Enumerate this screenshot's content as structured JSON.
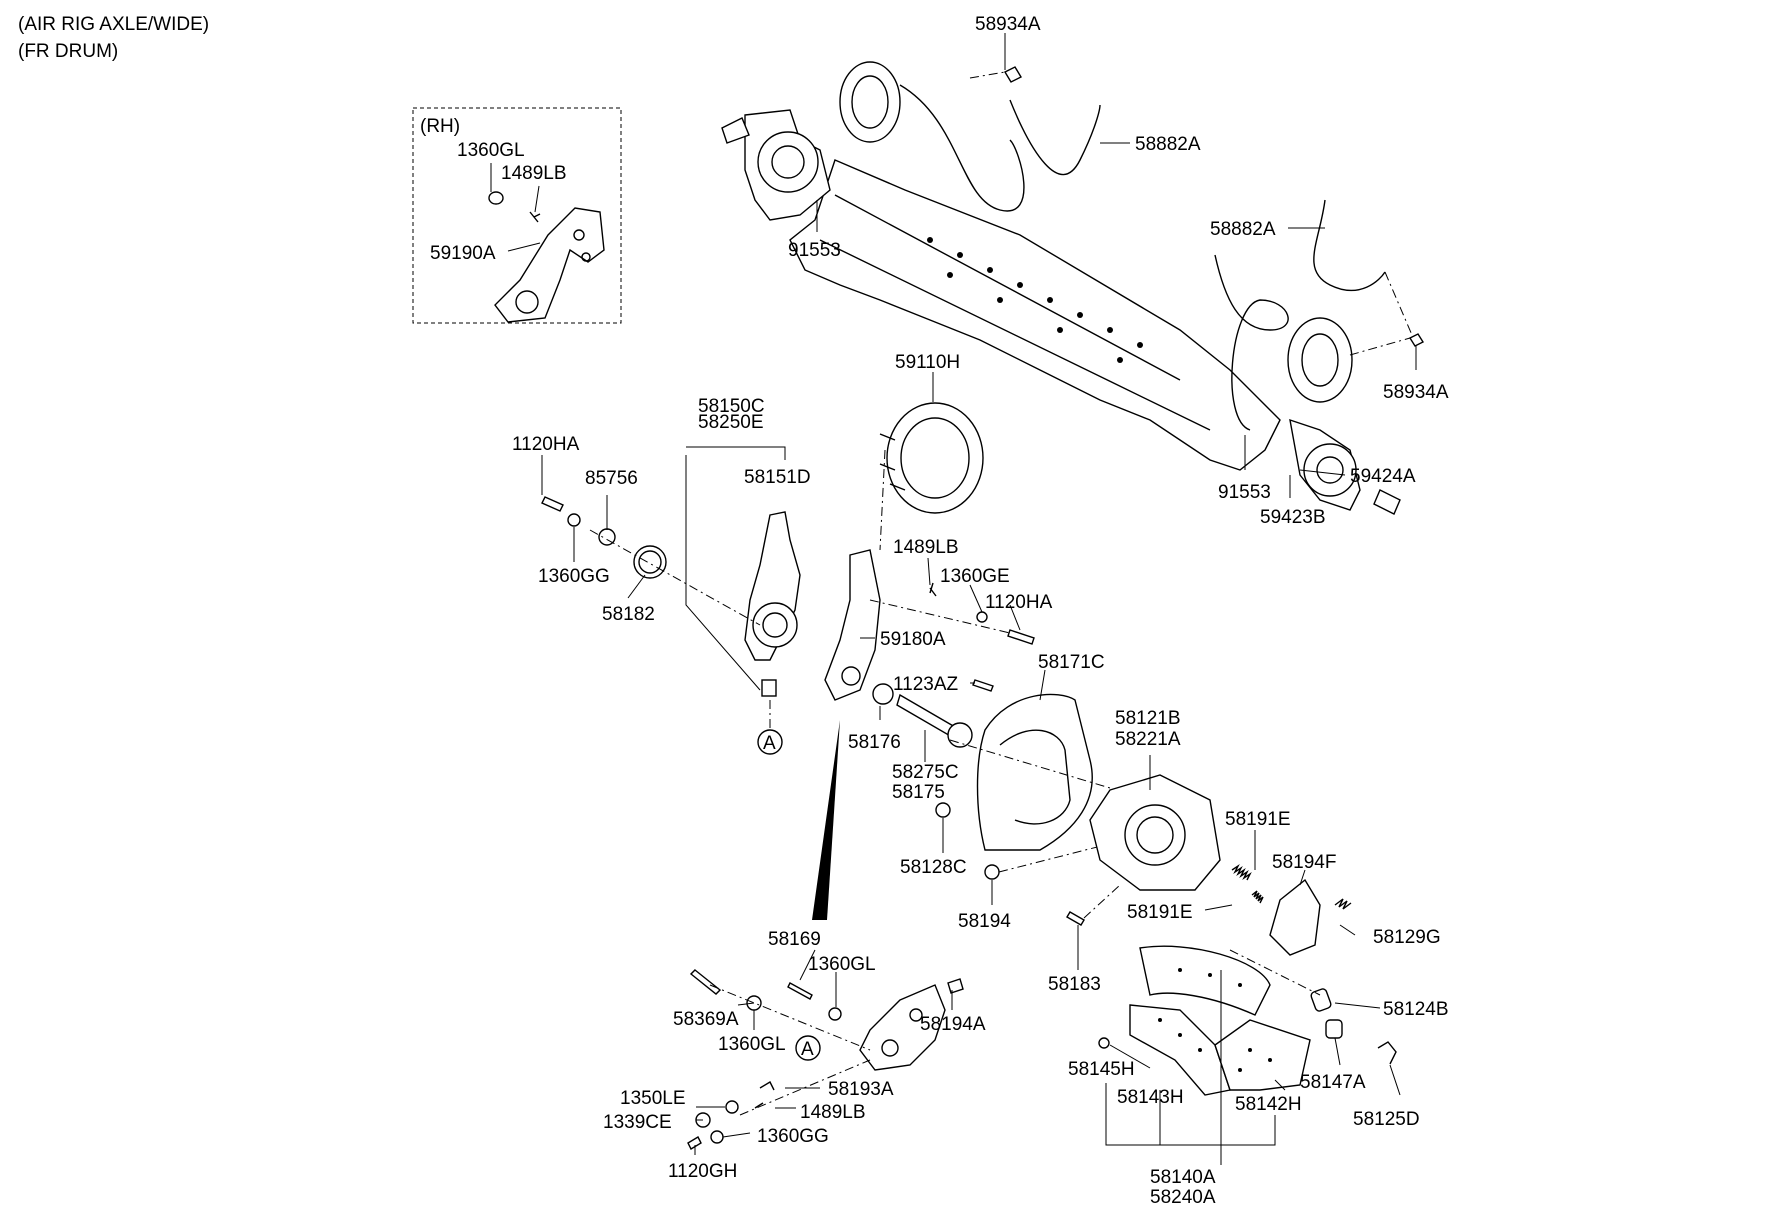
{
  "header": {
    "line1": "(AIR RIG AXLE/WIDE)",
    "line2": "(FR DRUM)"
  },
  "inset": {
    "title": "(RH)",
    "labels": [
      "1360GL",
      "1489LB",
      "59190A"
    ]
  },
  "callouts": {
    "c58934A_top": "58934A",
    "c58882A_top": "58882A",
    "c91553_left": "91553",
    "c58882A_right": "58882A",
    "c58934A_right": "58934A",
    "c91553_right": "91553",
    "c59424A": "59424A",
    "c59423B": "59423B",
    "c59110H": "59110H",
    "c58150C": "58150C",
    "c58250E": "58250E",
    "c58151D": "58151D",
    "c1120HA_left": "1120HA",
    "c85756": "85756",
    "c1360GG_top": "1360GG",
    "c58182": "58182",
    "c1489LB_mid": "1489LB",
    "c1360GE": "1360GE",
    "c1120HA_mid": "1120HA",
    "c59180A": "59180A",
    "c58171C": "58171C",
    "c1123AZ": "1123AZ",
    "c58176": "58176",
    "c58275C": "58275C",
    "c58175": "58175",
    "c58121B": "58121B",
    "c58221A": "58221A",
    "c58128C": "58128C",
    "c58191E_top": "58191E",
    "c58194F": "58194F",
    "c58191E_mid": "58191E",
    "c58129G": "58129G",
    "c58194": "58194",
    "c58183": "58183",
    "c58169": "58169",
    "c1360GL_bottom": "1360GL",
    "c58369A": "58369A",
    "c1360GL_low": "1360GL",
    "c58194A": "58194A",
    "c58193A": "58193A",
    "c1350LE": "1350LE",
    "c1489LB_low": "1489LB",
    "c1339CE": "1339CE",
    "c1360GG_low": "1360GG",
    "c1120GH": "1120GH",
    "c58124B": "58124B",
    "c58145H": "58145H",
    "c58143H": "58143H",
    "c58142H": "58142H",
    "c58147A": "58147A",
    "c58125D": "58125D",
    "c58140A": "58140A",
    "c58240A": "58240A"
  },
  "markers": {
    "ref_a_top": "A",
    "ref_a_bottom": "A"
  }
}
